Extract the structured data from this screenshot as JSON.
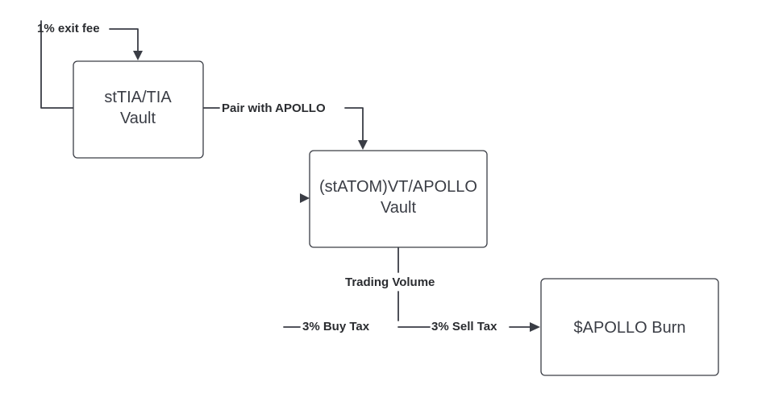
{
  "nodes": {
    "sttia_vault": {
      "line1": "stTIA/TIA",
      "line2": "Vault"
    },
    "statom_vault": {
      "line1": "(stATOM)VT/APOLLO",
      "line2": "Vault"
    },
    "apollo_burn": {
      "line1": "$APOLLO Burn"
    }
  },
  "edges": {
    "exit_fee": "1% exit fee",
    "pair_with_apollo": "Pair with APOLLO",
    "trading_volume": "Trading Volume",
    "buy_tax": "3% Buy Tax",
    "sell_tax": "3% Sell Tax"
  },
  "colors": {
    "stroke": "#3a3d45",
    "background": "#ffffff"
  }
}
